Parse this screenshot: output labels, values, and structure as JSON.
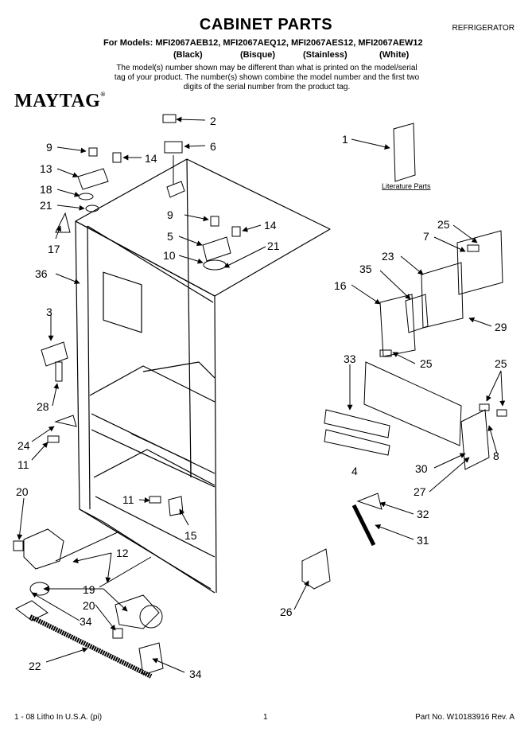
{
  "header": {
    "title": "CABINET PARTS",
    "category": "REFRIGERATOR",
    "models_line": "For Models: MFI2067AEB12, MFI2067AEQ12, MFI2067AES12, MFI2067AEW12",
    "variants": [
      "(Black)",
      "(Bisque)",
      "(Stainless)",
      "(White)"
    ],
    "note": "The model(s) number shown may be different than what is printed on the model/serial tag of your product. The number(s) shown combine the model number and the first two digits of the serial number from the product tag."
  },
  "brand": {
    "name": "MAYTAG",
    "mark": "®"
  },
  "diagram": {
    "literature_label": "Literature Parts",
    "callouts": [
      "1",
      "2",
      "3",
      "4",
      "5",
      "6",
      "7",
      "8",
      "9",
      "10",
      "11",
      "12",
      "13",
      "14",
      "15",
      "16",
      "17",
      "18",
      "19",
      "20",
      "21",
      "22",
      "23",
      "24",
      "25",
      "26",
      "27",
      "28",
      "29",
      "30",
      "31",
      "32",
      "33",
      "34",
      "35",
      "36"
    ]
  },
  "footer": {
    "left": "1 - 08 Litho In U.S.A. (pi)",
    "center": "1",
    "right": "Part No. W10183916 Rev. A"
  }
}
